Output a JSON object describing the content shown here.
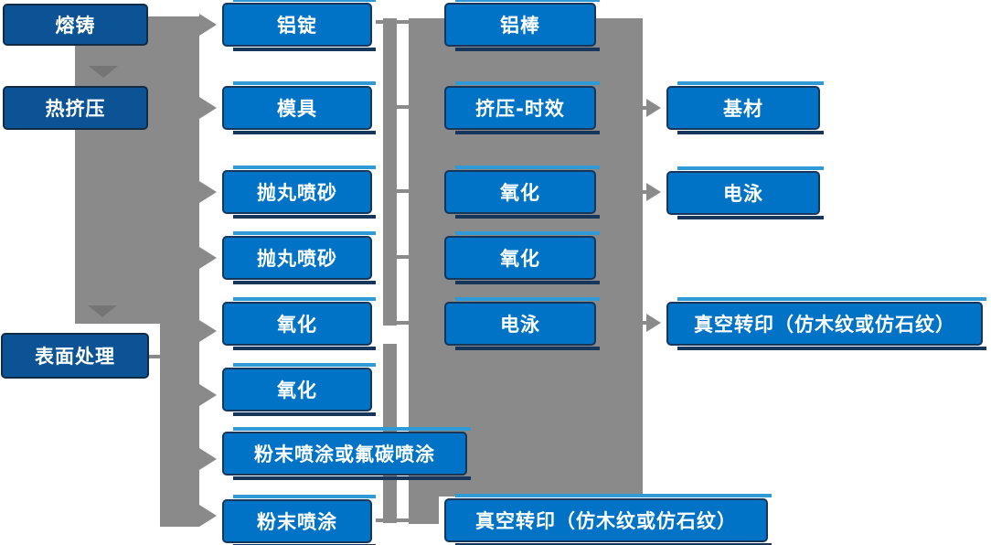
{
  "diagram": {
    "stages": [
      "熔铸",
      "热挤压",
      "表面处理"
    ],
    "process_col2": [
      "铝锭",
      "模具",
      "抛丸喷砂",
      "抛丸喷砂",
      "氧化",
      "氧化",
      "粉末喷涂或氟碳喷涂",
      "粉末喷涂"
    ],
    "process_col3": [
      "铝棒",
      "挤压-时效",
      "氧化",
      "氧化",
      "电泳",
      "真空转印（仿木纹或仿石纹）"
    ],
    "process_col4": [
      "基材",
      "电泳",
      "真空转印（仿木纹或仿石纹）"
    ]
  },
  "colors": {
    "node_fill": "#0173C6",
    "stage_fill": "#0B5394",
    "node_border": "#16365C",
    "accent_light": "#2F9AD6",
    "connector_gray": "#8A8A8A",
    "text": "#FFFFFF",
    "background": "#FFFFFF"
  }
}
